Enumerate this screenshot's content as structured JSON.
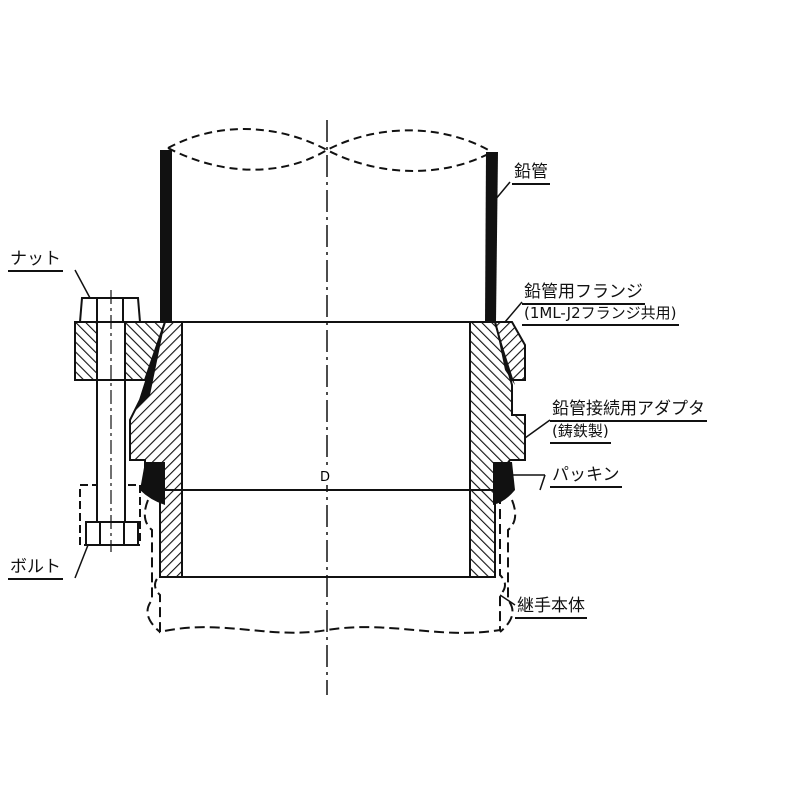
{
  "labels": {
    "lead_pipe": "鉛管",
    "nut": "ナット",
    "flange": "鉛管用フランジ",
    "flange_note": "(1ML-J2フランジ共用)",
    "adapter": "鉛管接続用アダプタ",
    "adapter_note": "(鋳鉄製)",
    "packing": "パッキン",
    "bolt": "ボルト",
    "body": "継手本体",
    "diameter": "D"
  }
}
